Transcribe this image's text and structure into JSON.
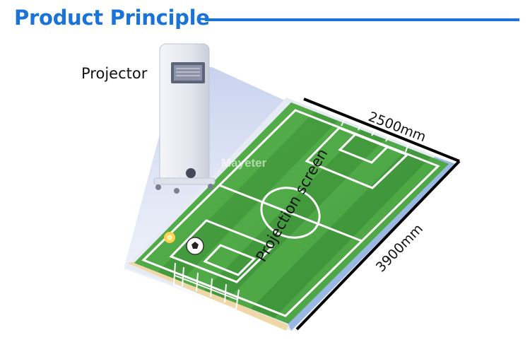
{
  "header": {
    "title": "Product Principle",
    "accent_color": "#1a73d6"
  },
  "labels": {
    "projector": "Projector",
    "watermark": "Mayeter",
    "screen": "Projection screen",
    "width_dim": "2500mm",
    "length_dim": "3900mm"
  },
  "colors": {
    "pitch_green": "#3f9a3a",
    "pitch_stripe": "#57b04d",
    "line_white": "#ffffff",
    "beam": "#c7d3ee",
    "dimension_line": "#000000"
  }
}
